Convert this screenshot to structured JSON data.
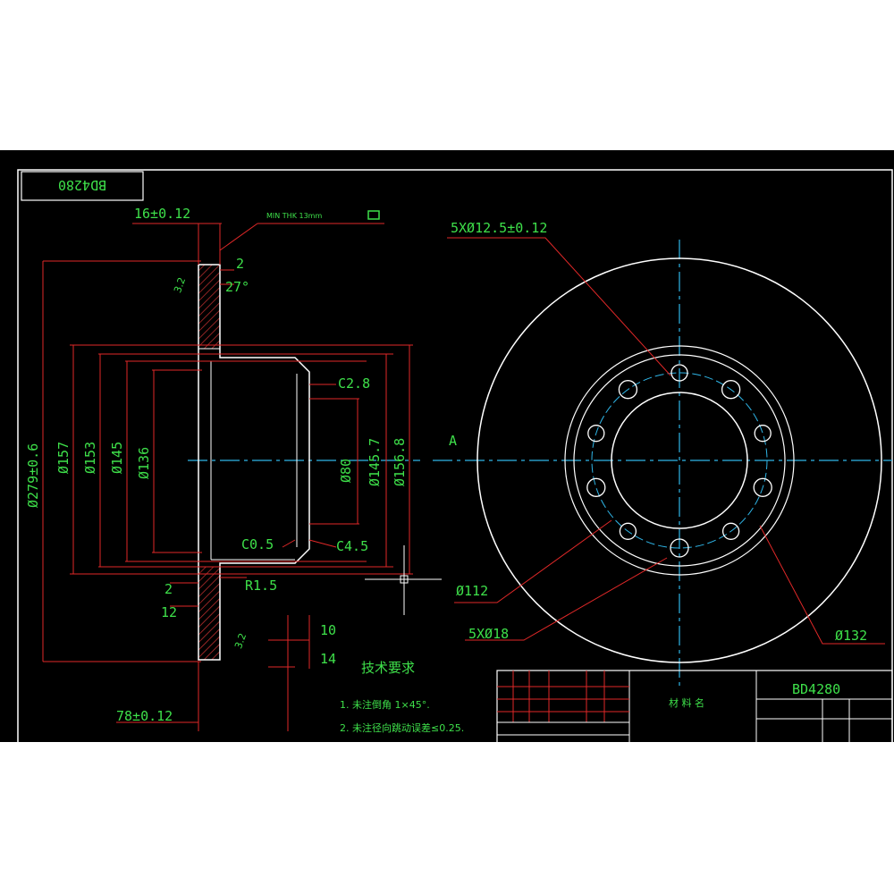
{
  "colors": {
    "background": "#000000",
    "outline": "#ffffff",
    "dimension": "#e02828",
    "text": "#3ee04a",
    "centerline": "#2fb6e8",
    "hatch": "#c03030",
    "page": "#ffffff"
  },
  "title_box": {
    "part_number": "BD4280"
  },
  "section_view": {
    "dims": {
      "thickness_top": "16±0.12",
      "min_thickness": "MIN THK 13mm",
      "chamfer_top": "2",
      "angle": "27°",
      "roughness_top": "3.2",
      "c2_8": "C2.8",
      "overall_dia": "Ø279±0.6",
      "dia_157": "Ø157",
      "dia_153": "Ø153",
      "dia_145": "Ø145",
      "dia_136": "Ø136",
      "dia_80": "Ø80",
      "dia_145_7": "Ø145.7",
      "dia_156_8": "Ø156.8",
      "c0_5": "C0.5",
      "c4_5": "C4.5",
      "r1_5": "R1.5",
      "chamfer_bottom": "2",
      "dim_12": "12",
      "roughness_bottom": "3.2",
      "dim_10": "10",
      "dim_14": "14",
      "height": "78±0.12"
    }
  },
  "plan_view": {
    "bolt_holes": "5XØ12.5±0.12",
    "view_label": "A",
    "dia_112": "Ø112",
    "holes_18": "5XØ18",
    "dia_132": "Ø132"
  },
  "notes": {
    "title": "技术要求",
    "items": [
      "1. 未注倒角 1×45°.",
      "2. 未注径向跳动误差≤0.25."
    ]
  },
  "title_block": {
    "material": "材 料 名",
    "drawing_no": "BD4280"
  }
}
